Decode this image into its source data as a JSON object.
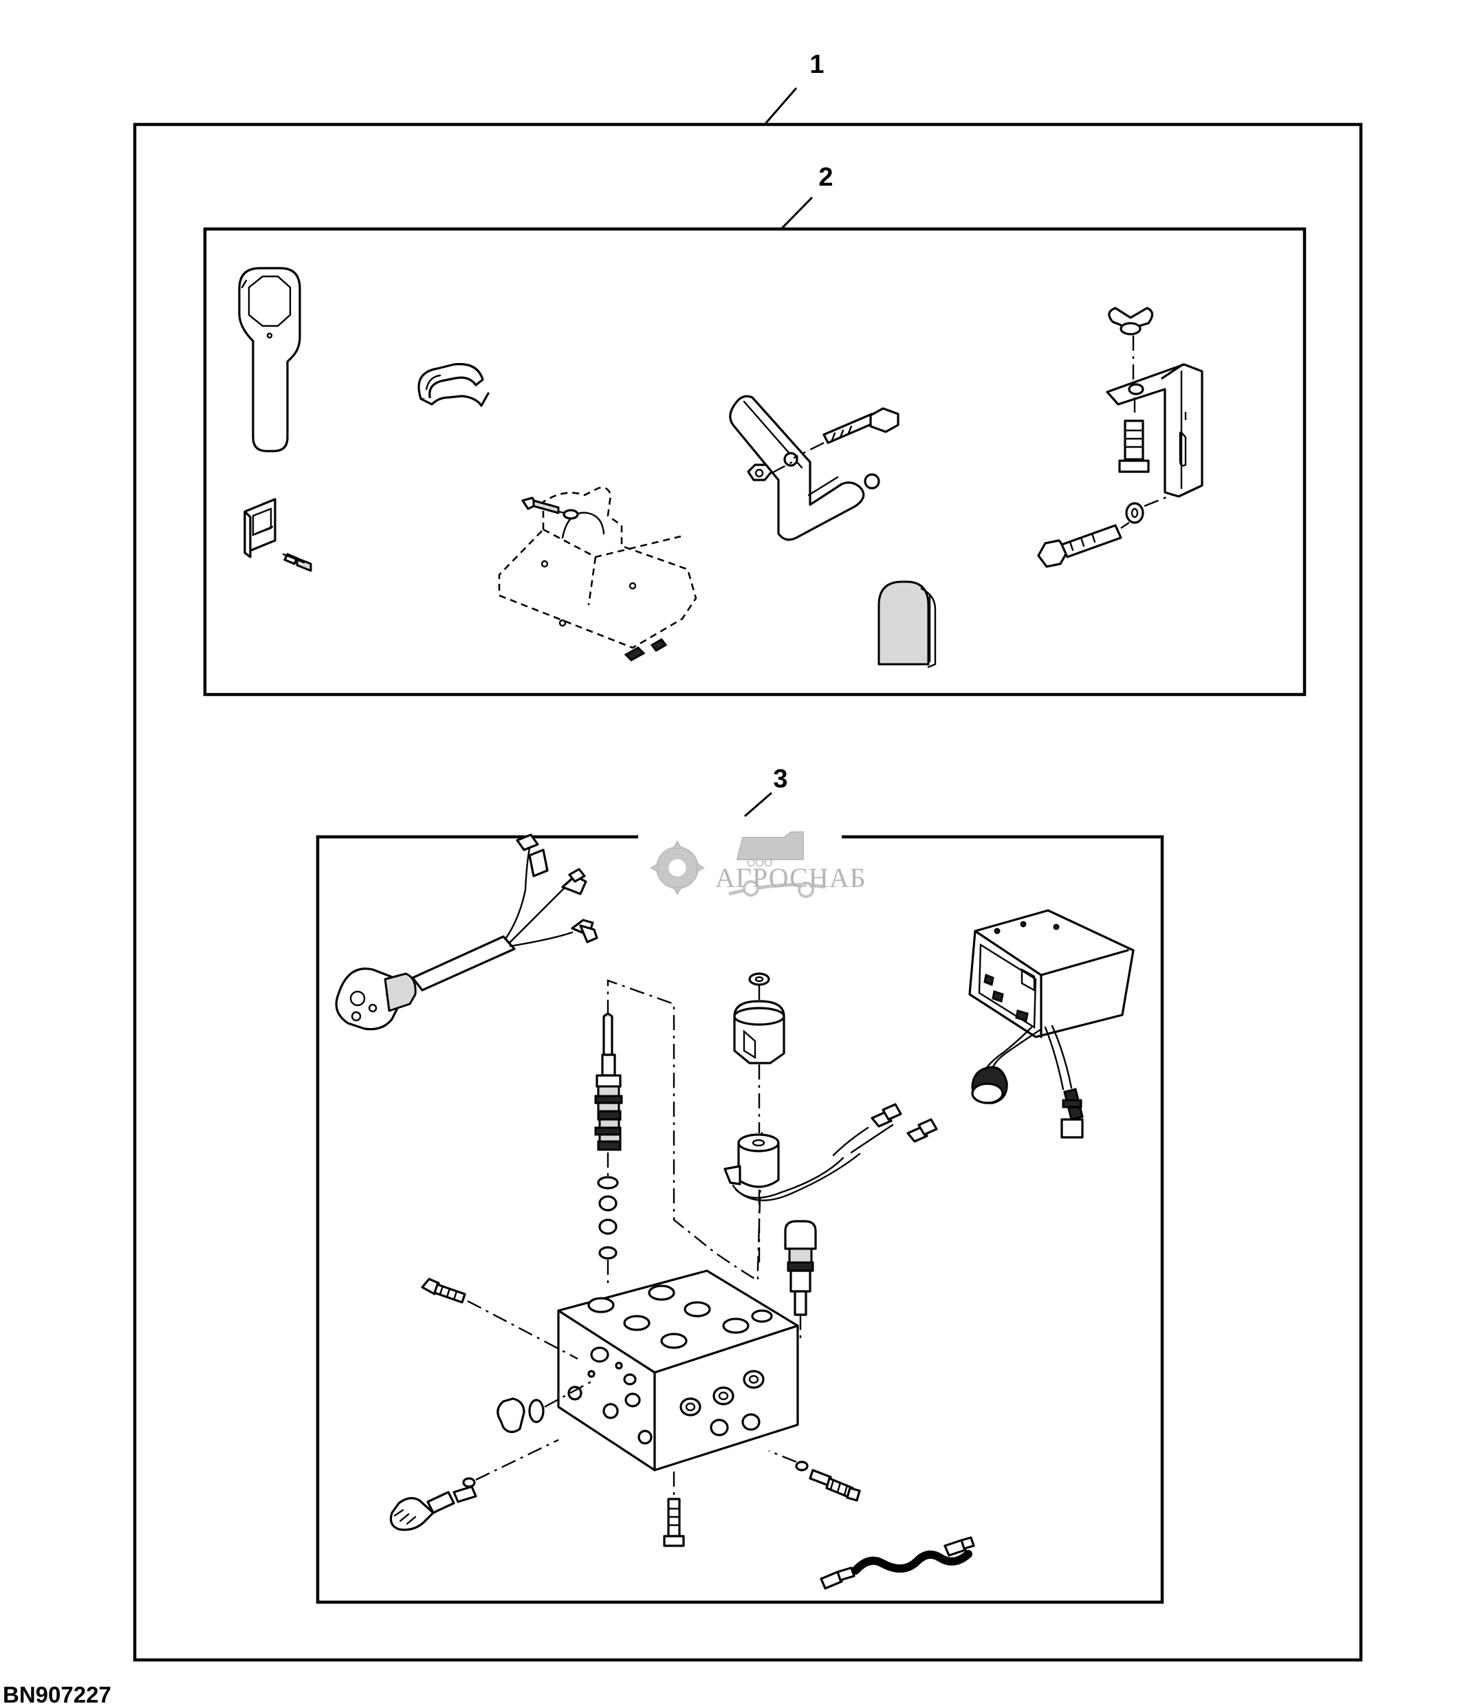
{
  "figure_id": "BN907227",
  "callouts": {
    "c1": "1",
    "c2": "2",
    "c3": "3"
  },
  "watermark": {
    "brand": "АГРОСНАБ",
    "prefix": "ООО"
  },
  "colors": {
    "line": "#000000",
    "background": "#ffffff",
    "watermark": "#b5b5b5"
  }
}
